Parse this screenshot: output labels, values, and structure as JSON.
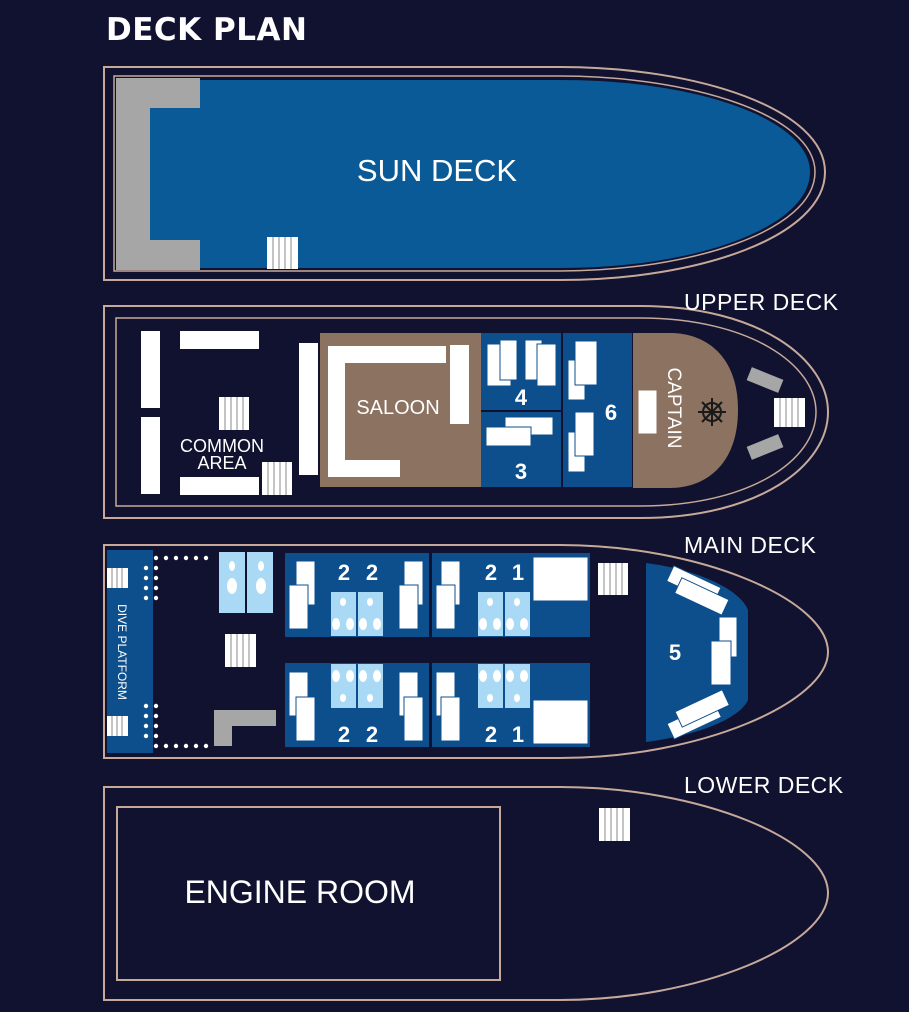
{
  "title": "DECK PLAN",
  "decks": {
    "sun": "SUN DECK",
    "upper": "UPPER DECK",
    "main": "MAIN DECK",
    "lower": "LOWER DECK"
  },
  "areas": {
    "saloon": "SALOON",
    "common_area_line1": "COMMON",
    "common_area_line2": "AREA",
    "captain": "CAPTAIN",
    "dive_platform": "DIVE PLATFORM",
    "engine_room": "ENGINE ROOM"
  },
  "cabins": {
    "upper": [
      "4",
      "3",
      "6"
    ],
    "main_top": [
      "2",
      "2",
      "2",
      "1"
    ],
    "main_bottom": [
      "2",
      "2",
      "2",
      "1"
    ],
    "main_bow": "5"
  },
  "colors": {
    "background": "#101230",
    "hull_outline": "#c7a99a",
    "deck_blue": "#0b5a98",
    "cabin_blue": "#0d4f8c",
    "saloon_brown": "#8c7260",
    "bathroom_blue": "#a9d9f5",
    "grey": "#a6a6a6",
    "white": "#ffffff"
  }
}
